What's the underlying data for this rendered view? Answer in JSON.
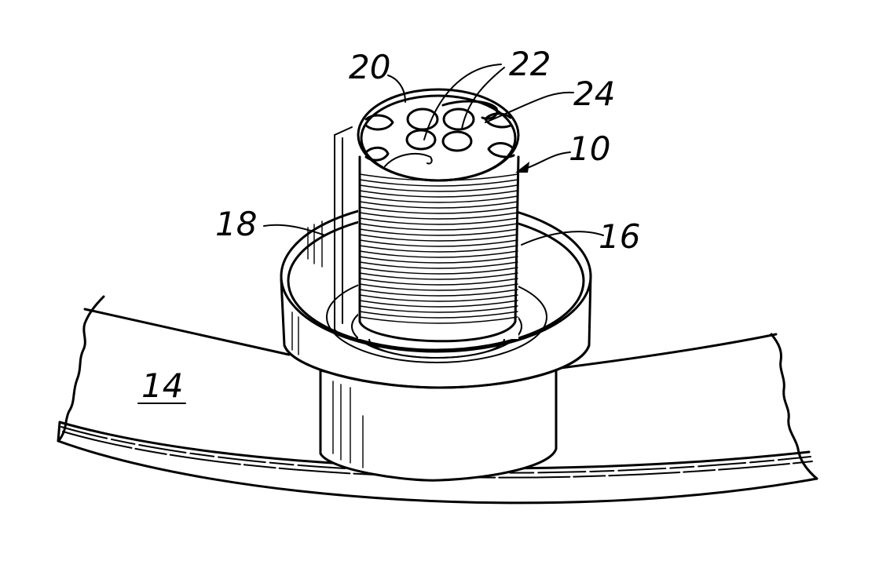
{
  "figure": {
    "reference_numerals": [
      {
        "id": "base-plate",
        "text": "14",
        "underlined": true
      },
      {
        "id": "outer-cup",
        "text": "16"
      },
      {
        "id": "top-face",
        "text": "18"
      },
      {
        "id": "loop-channel",
        "text": "20"
      },
      {
        "id": "holes",
        "text": "22"
      },
      {
        "id": "cutaway-slot",
        "text": "24"
      },
      {
        "id": "threaded-body",
        "text": "10"
      }
    ]
  }
}
